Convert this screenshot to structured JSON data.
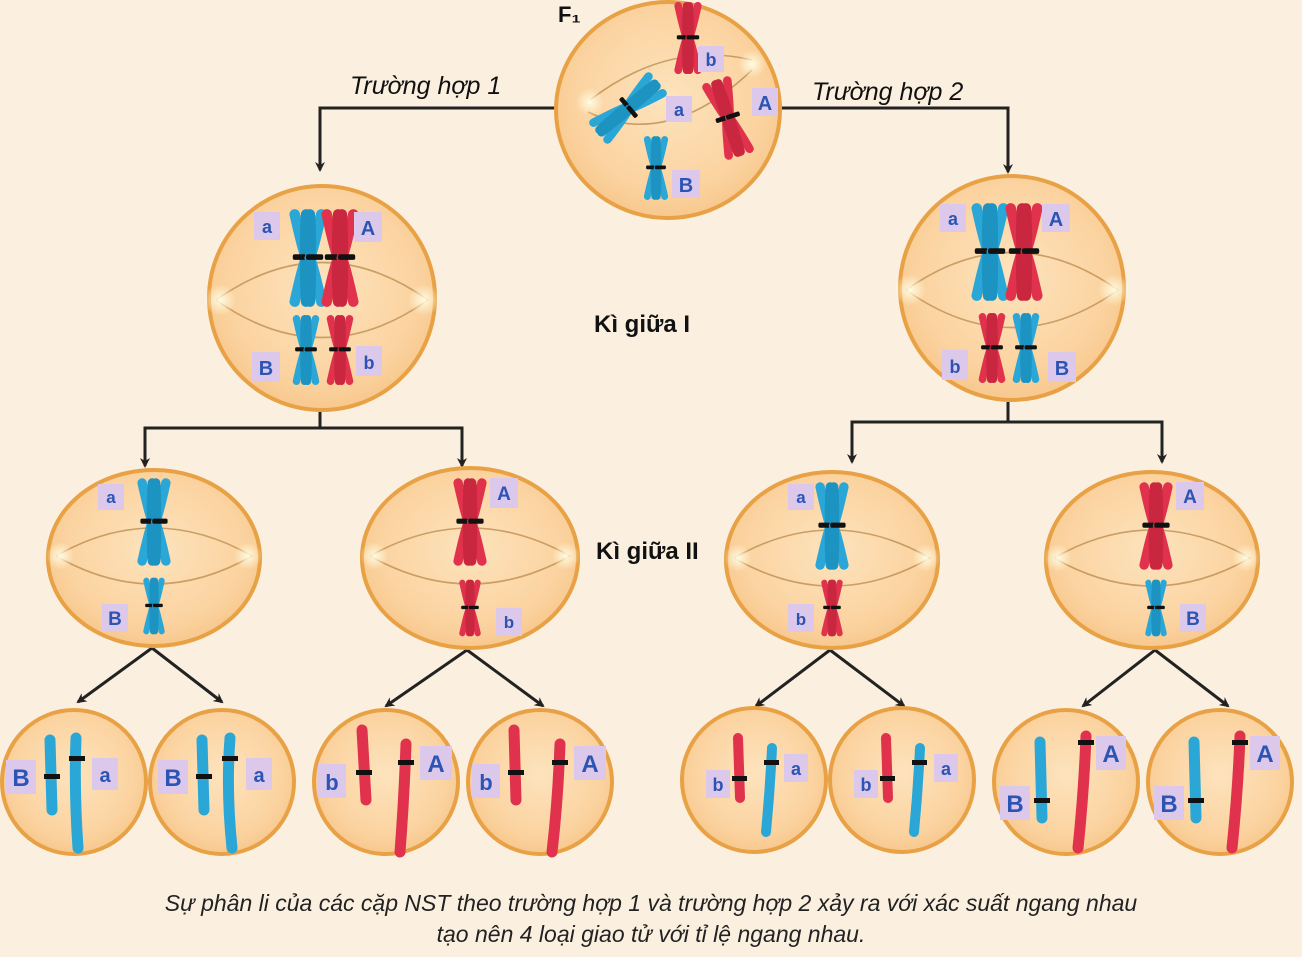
{
  "labels": {
    "f1": "F₁",
    "case1": "Trường hợp 1",
    "case2": "Trường hợp 2",
    "metaphase1": "Kì giữa I",
    "metaphase2": "Kì giữa II"
  },
  "caption": {
    "line1": "Sự phân li của các cặp NST theo trường hợp 1 và trường hợp 2 xảy ra với xác suất ngang nhau",
    "line2": "tạo nên 4 loại giao tử với tỉ lệ ngang nhau."
  },
  "alleles": {
    "a": "a",
    "A": "A",
    "b": "b",
    "B": "B"
  },
  "colors": {
    "background": "#fbf0e0",
    "cell_fill": "#fbd7a6",
    "cell_outline": "#e8a145",
    "blue_chromosome": "#2aa7d6",
    "red_chromosome": "#e0324c",
    "allele_tag": "#dcc8ea",
    "allele_text": "#2b55b5",
    "arrow": "#222222"
  }
}
